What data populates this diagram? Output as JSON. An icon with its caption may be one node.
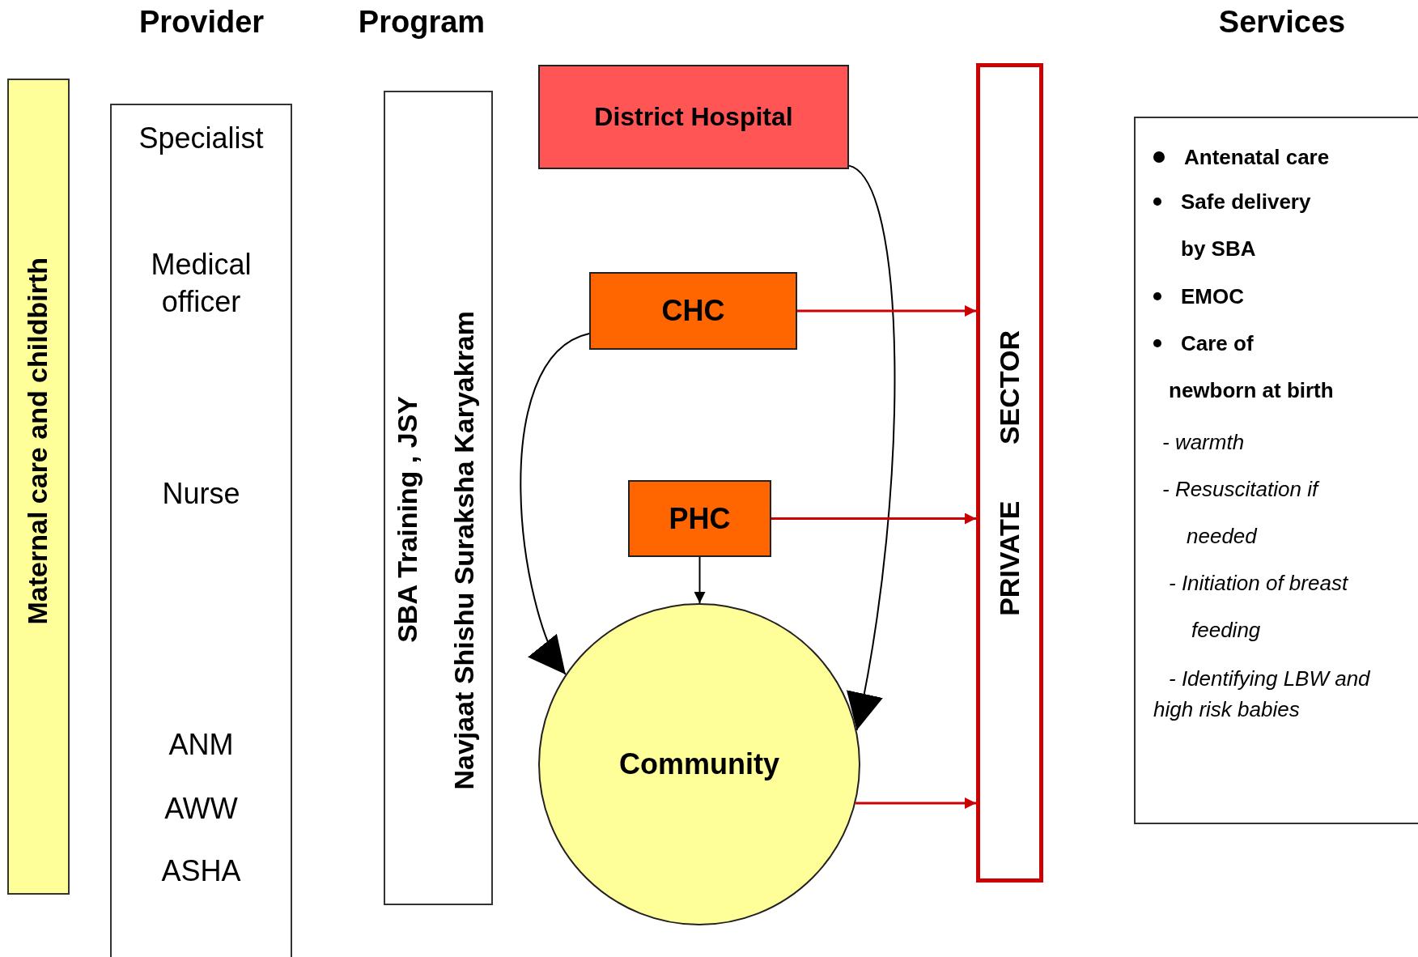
{
  "diagram": {
    "nodes": [
      {
        "text": [
          "Maternal care and childbirth"
        ]
      },
      {
        "text": [
          "Specialist",
          "Medical officer",
          "Nurse",
          "ANM",
          "AWW",
          "ASHA"
        ]
      },
      {
        "text": [
          "SBA Training , JSY",
          "Navjaat Shishu Suraksha Karyakram"
        ]
      },
      {
        "text": [
          "District Hospital"
        ]
      },
      {
        "text": [
          "CHC"
        ]
      },
      {
        "text": [
          "PHC"
        ]
      },
      {
        "text": [
          "Community"
        ]
      },
      {
        "text": [
          "PRIVATE SECTOR"
        ]
      },
      {
        "text": [
          "Antenatal care",
          "Safe delivery by SBA",
          "EMOC",
          "Care of newborn at birth",
          "- warmth",
          "- Resuscitation if needed",
          "- Initiation of breast feeding",
          "- Identifying LBW and high risk babies"
        ]
      }
    ],
    "edges": [
      {
        "from": 3,
        "to": 6,
        "arrow": "to"
      },
      {
        "from": 4,
        "to": 6,
        "arrow": "to"
      },
      {
        "from": 4,
        "to": 7,
        "arrow": "to",
        "color": "#cc0000"
      },
      {
        "from": 5,
        "to": 7,
        "arrow": "to",
        "color": "#cc0000"
      },
      {
        "from": 5,
        "to": 6,
        "arrow": "to"
      },
      {
        "from": 6,
        "to": 7,
        "arrow": "to",
        "color": "#cc0000"
      }
    ],
    "labels": [
      "Provider",
      "Program",
      "Services"
    ]
  }
}
